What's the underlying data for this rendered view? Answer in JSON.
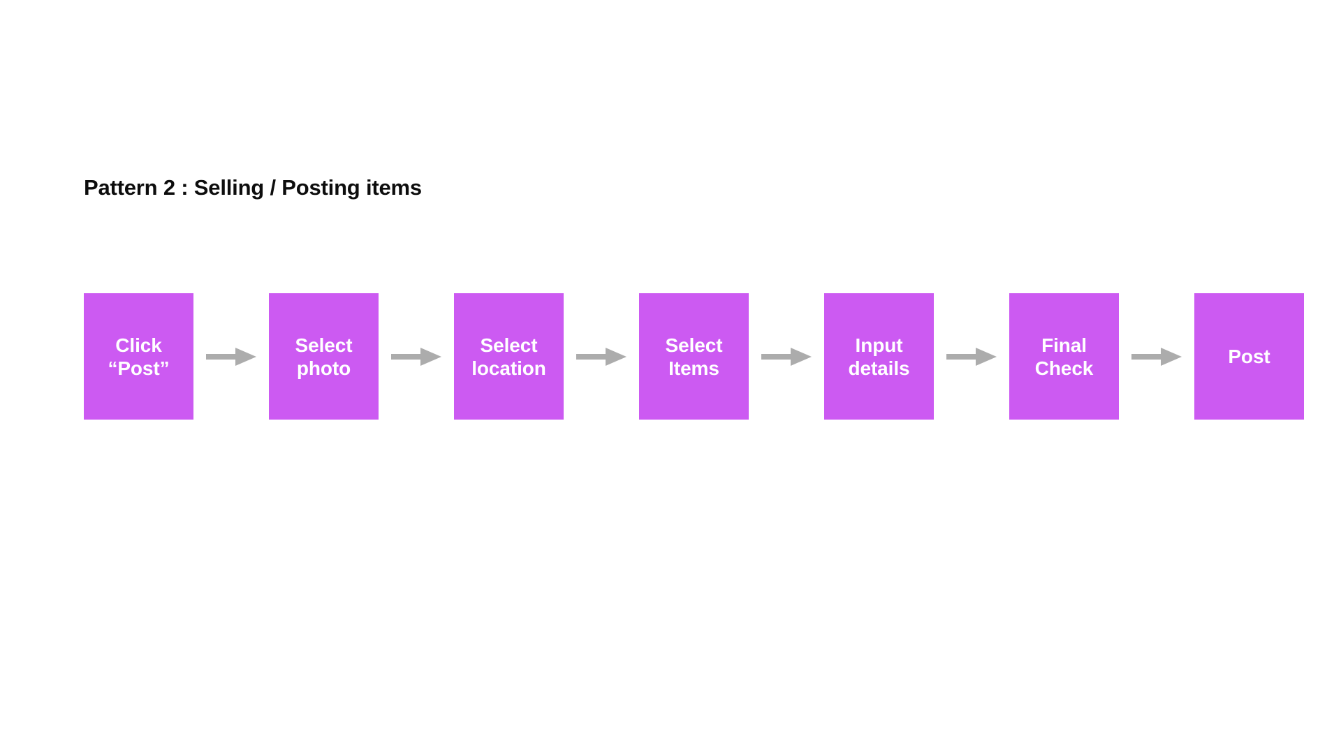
{
  "page": {
    "background_color": "#ffffff",
    "title": "Pattern 2 : Selling / Posting items"
  },
  "colors": {
    "node_fill": "#cc5af2",
    "node_text": "#ffffff",
    "arrow": "#acacac",
    "title_text": "#0d0d0d"
  },
  "flow": {
    "arrow_icon_name": "arrow-right-icon",
    "nodes": [
      {
        "id": "click-post",
        "label": "Click\n“Post”"
      },
      {
        "id": "select-photo",
        "label": "Select\nphoto"
      },
      {
        "id": "select-location",
        "label": "Select\nlocation"
      },
      {
        "id": "select-items",
        "label": "Select\nItems"
      },
      {
        "id": "input-details",
        "label": "Input\ndetails"
      },
      {
        "id": "final-check",
        "label": "Final\nCheck"
      },
      {
        "id": "post",
        "label": "Post"
      }
    ]
  }
}
